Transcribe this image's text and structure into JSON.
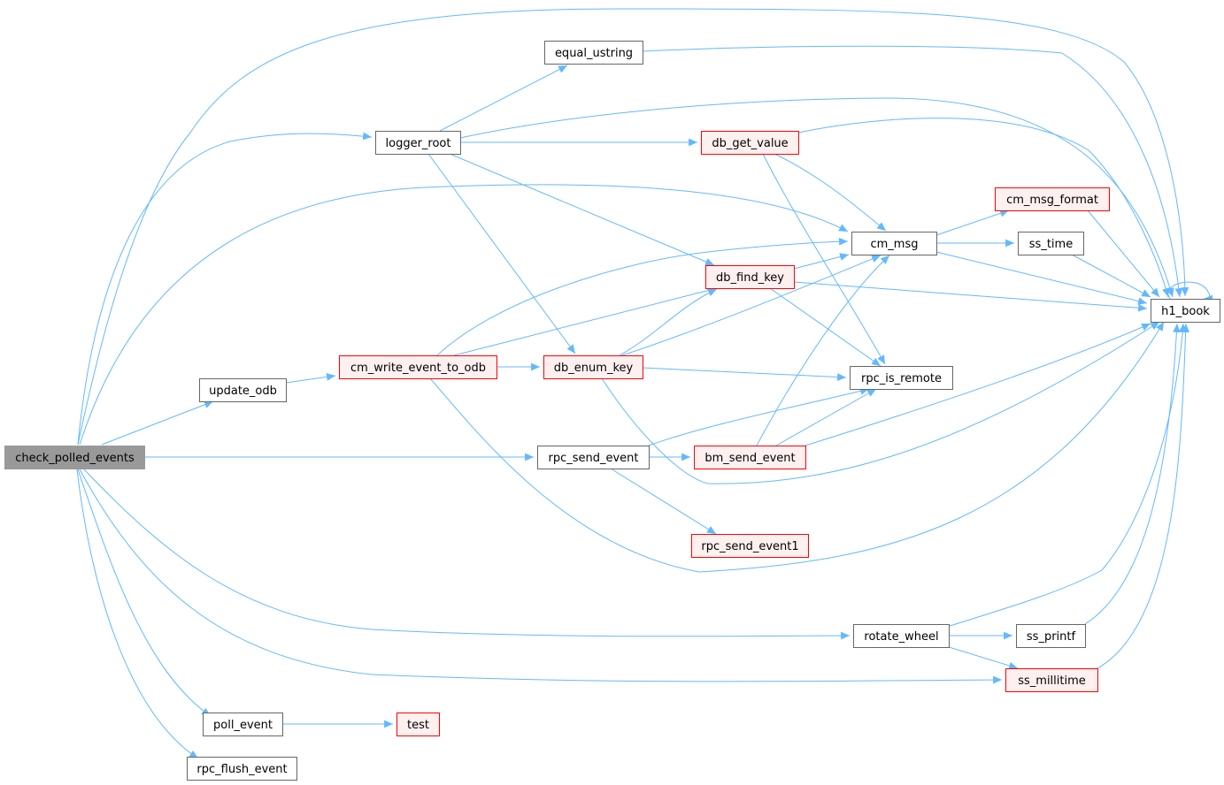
{
  "nodes": [
    {
      "id": "check_polled_events",
      "label": "check_polled_events",
      "style": "root"
    },
    {
      "id": "update_odb",
      "label": "update_odb",
      "style": "normal"
    },
    {
      "id": "cm_write_event_to_odb",
      "label": "cm_write_event_to_odb",
      "style": "red"
    },
    {
      "id": "logger_root",
      "label": "logger_root",
      "style": "normal"
    },
    {
      "id": "equal_ustring",
      "label": "equal_ustring",
      "style": "normal"
    },
    {
      "id": "db_get_value",
      "label": "db_get_value",
      "style": "red"
    },
    {
      "id": "db_find_key",
      "label": "db_find_key",
      "style": "red"
    },
    {
      "id": "db_enum_key",
      "label": "db_enum_key",
      "style": "red"
    },
    {
      "id": "cm_msg",
      "label": "cm_msg",
      "style": "normal"
    },
    {
      "id": "cm_msg_format",
      "label": "cm_msg_format",
      "style": "red"
    },
    {
      "id": "ss_time",
      "label": "ss_time",
      "style": "normal"
    },
    {
      "id": "h1_book",
      "label": "h1_book",
      "style": "normal"
    },
    {
      "id": "rpc_is_remote",
      "label": "rpc_is_remote",
      "style": "normal"
    },
    {
      "id": "rpc_send_event",
      "label": "rpc_send_event",
      "style": "normal"
    },
    {
      "id": "bm_send_event",
      "label": "bm_send_event",
      "style": "red"
    },
    {
      "id": "rpc_send_event1",
      "label": "rpc_send_event1",
      "style": "red"
    },
    {
      "id": "rotate_wheel",
      "label": "rotate_wheel",
      "style": "normal"
    },
    {
      "id": "ss_printf",
      "label": "ss_printf",
      "style": "normal"
    },
    {
      "id": "ss_millitime",
      "label": "ss_millitime",
      "style": "red"
    },
    {
      "id": "poll_event",
      "label": "poll_event",
      "style": "normal"
    },
    {
      "id": "test",
      "label": "test",
      "style": "red"
    },
    {
      "id": "rpc_flush_event",
      "label": "rpc_flush_event",
      "style": "normal"
    }
  ],
  "edges": [
    {
      "from": "check_polled_events",
      "to": "h1_book"
    },
    {
      "from": "check_polled_events",
      "to": "logger_root"
    },
    {
      "from": "check_polled_events",
      "to": "cm_msg"
    },
    {
      "from": "check_polled_events",
      "to": "update_odb"
    },
    {
      "from": "check_polled_events",
      "to": "rpc_send_event"
    },
    {
      "from": "check_polled_events",
      "to": "rotate_wheel"
    },
    {
      "from": "check_polled_events",
      "to": "ss_millitime"
    },
    {
      "from": "check_polled_events",
      "to": "poll_event"
    },
    {
      "from": "check_polled_events",
      "to": "rpc_flush_event"
    },
    {
      "from": "update_odb",
      "to": "cm_write_event_to_odb"
    },
    {
      "from": "cm_write_event_to_odb",
      "to": "db_enum_key"
    },
    {
      "from": "cm_write_event_to_odb",
      "to": "db_find_key"
    },
    {
      "from": "cm_write_event_to_odb",
      "to": "cm_msg"
    },
    {
      "from": "cm_write_event_to_odb",
      "to": "h1_book"
    },
    {
      "from": "logger_root",
      "to": "equal_ustring"
    },
    {
      "from": "logger_root",
      "to": "db_get_value"
    },
    {
      "from": "logger_root",
      "to": "h1_book"
    },
    {
      "from": "logger_root",
      "to": "db_find_key"
    },
    {
      "from": "logger_root",
      "to": "db_enum_key"
    },
    {
      "from": "equal_ustring",
      "to": "h1_book"
    },
    {
      "from": "db_get_value",
      "to": "h1_book"
    },
    {
      "from": "db_get_value",
      "to": "cm_msg"
    },
    {
      "from": "db_get_value",
      "to": "rpc_is_remote"
    },
    {
      "from": "db_find_key",
      "to": "cm_msg"
    },
    {
      "from": "db_find_key",
      "to": "h1_book"
    },
    {
      "from": "db_find_key",
      "to": "rpc_is_remote"
    },
    {
      "from": "db_enum_key",
      "to": "db_find_key"
    },
    {
      "from": "db_enum_key",
      "to": "cm_msg"
    },
    {
      "from": "db_enum_key",
      "to": "rpc_is_remote"
    },
    {
      "from": "db_enum_key",
      "to": "h1_book"
    },
    {
      "from": "cm_msg",
      "to": "cm_msg_format"
    },
    {
      "from": "cm_msg",
      "to": "ss_time"
    },
    {
      "from": "cm_msg",
      "to": "h1_book"
    },
    {
      "from": "cm_msg_format",
      "to": "h1_book"
    },
    {
      "from": "ss_time",
      "to": "h1_book"
    },
    {
      "from": "h1_book",
      "to": "h1_book"
    },
    {
      "from": "rpc_send_event",
      "to": "bm_send_event"
    },
    {
      "from": "rpc_send_event",
      "to": "rpc_is_remote"
    },
    {
      "from": "rpc_send_event",
      "to": "rpc_send_event1"
    },
    {
      "from": "bm_send_event",
      "to": "rpc_is_remote"
    },
    {
      "from": "bm_send_event",
      "to": "cm_msg"
    },
    {
      "from": "bm_send_event",
      "to": "h1_book"
    },
    {
      "from": "rotate_wheel",
      "to": "ss_printf"
    },
    {
      "from": "rotate_wheel",
      "to": "ss_millitime"
    },
    {
      "from": "rotate_wheel",
      "to": "h1_book"
    },
    {
      "from": "ss_printf",
      "to": "h1_book"
    },
    {
      "from": "ss_millitime",
      "to": "h1_book"
    },
    {
      "from": "poll_event",
      "to": "test"
    }
  ],
  "colors": {
    "edge": "#63b8ff",
    "normal_border": "#666666",
    "normal_fill": "#ffffff",
    "red_border": "#ff0000",
    "red_fill": "#fff0f0",
    "root_border": "#999999",
    "root_fill": "#999999",
    "text": "#000000"
  }
}
